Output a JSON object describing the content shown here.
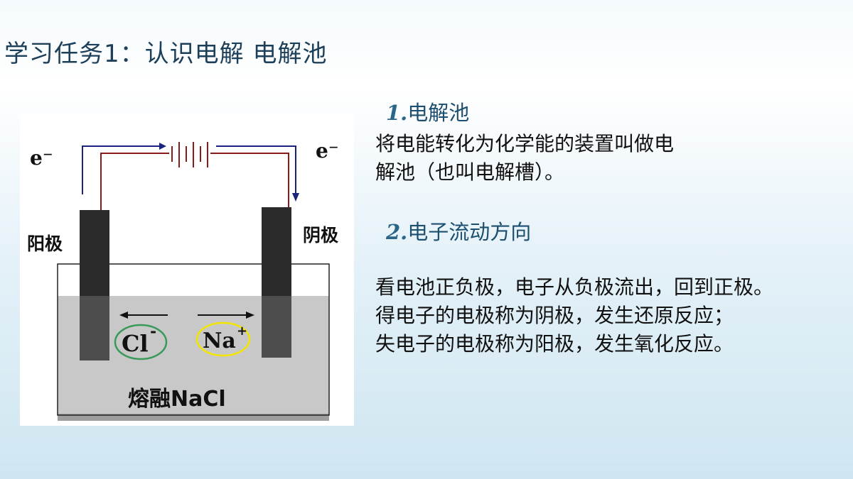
{
  "slide": {
    "title": "学习任务1：认识电解 电解池"
  },
  "diagram": {
    "electron_left": "e⁻",
    "electron_right": "e⁻",
    "anode_label": "阳极",
    "cathode_label": "阴极",
    "anion_label": "Cl",
    "anion_charge": "-",
    "cation_label": "Na",
    "cation_charge": "+",
    "electrolyte_label": "熔融NaCl",
    "colors": {
      "electron_path": "#1a237e",
      "current_path": "#8b1a1a",
      "electrode": "#2b2b2b",
      "electrolyte": "#c8c8c8",
      "anion_ring": "#3a9a5a",
      "cation_ring": "#f2e600"
    }
  },
  "section1": {
    "number": "1.",
    "heading": "电解池",
    "line1": "将电能转化为化学能的装置叫做电",
    "line2": "解池（也叫电解槽）。"
  },
  "section2": {
    "number": "2.",
    "heading": "电子流动方向",
    "line1": "看电池正负极，电子从负极流出，回到正极。",
    "line2": "得电子的电极称为阴极，发生还原反应；",
    "line3": "失电子的电极称为阳极，发生氧化反应。"
  }
}
